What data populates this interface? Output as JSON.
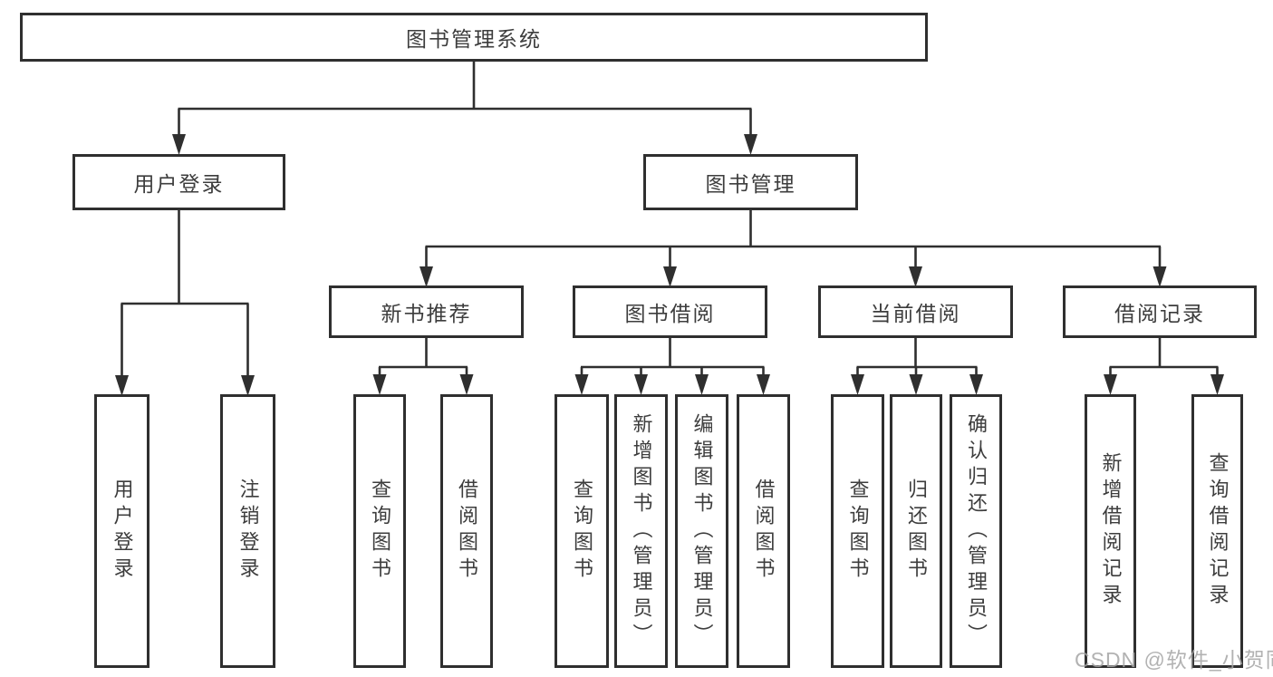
{
  "diagram": {
    "root": {
      "label": "图书管理系统"
    },
    "branches": [
      {
        "label": "用户登录",
        "children": [
          {
            "label": "用户登录"
          },
          {
            "label": "注销登录"
          }
        ]
      },
      {
        "label": "图书管理",
        "children": [
          {
            "label": "新书推荐",
            "children": [
              {
                "label": "查询图书"
              },
              {
                "label": "借阅图书"
              }
            ]
          },
          {
            "label": "图书借阅",
            "children": [
              {
                "label": "查询图书"
              },
              {
                "label": "新增图书（管理员）"
              },
              {
                "label": "编辑图书（管理员）"
              },
              {
                "label": "借阅图书"
              }
            ]
          },
          {
            "label": "当前借阅",
            "children": [
              {
                "label": "查询图书"
              },
              {
                "label": "归还图书"
              },
              {
                "label": "确认归还（管理员）"
              }
            ]
          },
          {
            "label": "借阅记录",
            "children": [
              {
                "label": "新增借阅记录"
              },
              {
                "label": "查询借阅记录"
              }
            ]
          }
        ]
      }
    ]
  },
  "colors": {
    "line": "#2f2f2f",
    "box_border": "#2f2f2f",
    "text": "#3d3d3d",
    "watermark": "#a5a5a5",
    "background": "#ffffff"
  },
  "watermark": {
    "text": "CSDN @软件_小贺同学"
  }
}
